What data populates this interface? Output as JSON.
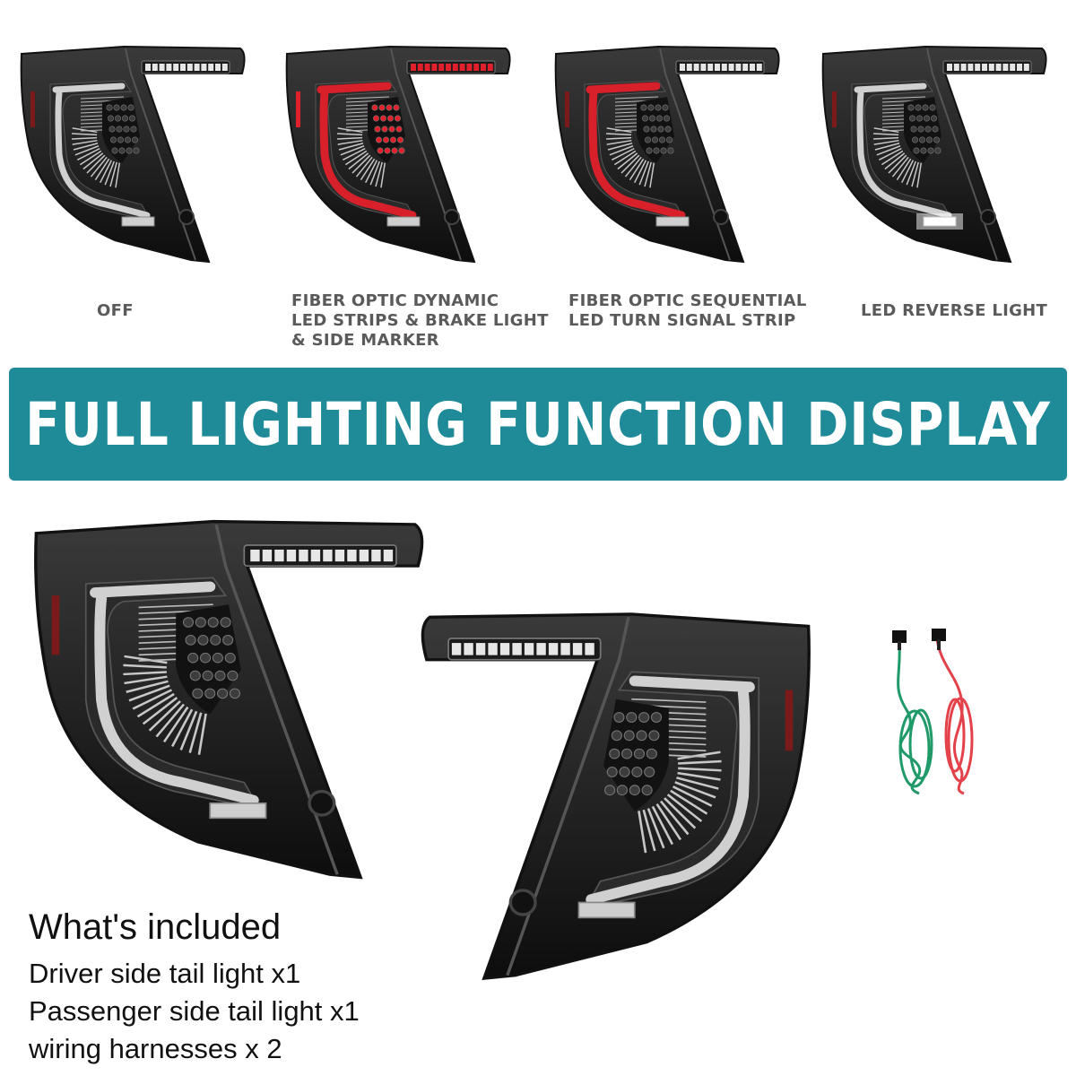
{
  "variants": [
    {
      "label": "OFF",
      "state": "off"
    },
    {
      "label": "FIBER OPTIC DYNAMIC\nLED STRIPS & BRAKE LIGHT\n& SIDE MARKER",
      "state": "brake"
    },
    {
      "label": "FIBER OPTIC SEQUENTIAL\nLED TURN SIGNAL STRIP",
      "state": "turn"
    },
    {
      "label": "LED REVERSE LIGHT",
      "state": "reverse"
    }
  ],
  "banner": {
    "title": "FULL LIGHTING FUNCTION DISPLAY"
  },
  "included": {
    "title": "What's included",
    "items": [
      "Driver side tail light x1",
      "Passenger side tail light x1",
      "wiring harnesses x 2"
    ]
  },
  "colors": {
    "banner": "#1f8a98",
    "brake": "#e0202a",
    "harness_green": "#1f9a68",
    "harness_red": "#e3424a"
  }
}
